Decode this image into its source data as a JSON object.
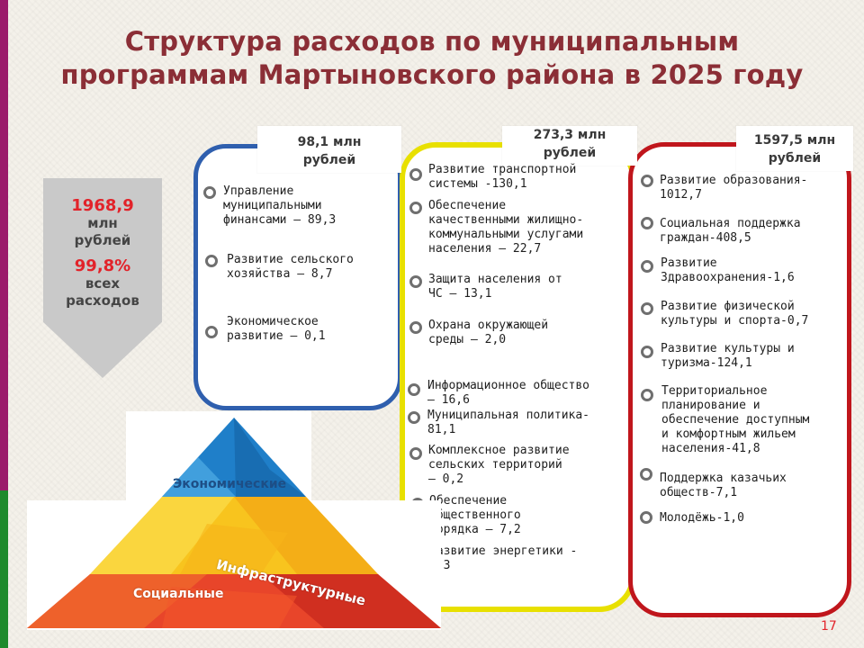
{
  "title": {
    "line1": "Структура расходов по муниципальным",
    "line2": "программам Мартыновского района в 2025 году"
  },
  "total": {
    "amount": "1968,9",
    "unit_line1": "млн",
    "unit_line2": "рублей",
    "percent": "99,8%",
    "percent_line1": "всех",
    "percent_line2": "расходов"
  },
  "columns": {
    "economic": {
      "amount_line1": "98,1 млн",
      "amount_line2": "рублей",
      "items": [
        "Управление\nмуниципальными\nфинансами – 89,3",
        "Развитие сельского\nхозяйства – 8,7",
        "Экономическое\nразвитие – 0,1"
      ]
    },
    "infrastructure": {
      "amount_line1": "273,3 млн",
      "amount_line2": "рублей",
      "items": [
        "Развитие транспортной\nсистемы -130,1",
        "Обеспечение\nкачественными жилищно-\nкоммунальными  услугами\nнаселения – 22,7",
        "Защита населения от\nЧС – 13,1",
        "Охрана окружающей\nсреды – 2,0",
        "Информационное общество\n– 16,6",
        "Муниципальная политика-\n81,1",
        "Комплексное развитие\nсельских территорий\n– 0,2",
        "Обеспечение\nобщественного\nпорядка – 7,2",
        "Развитие энергетики -\n0,3"
      ]
    },
    "social": {
      "amount_line1": "1597,5 млн",
      "amount_line2": "рублей",
      "items": [
        "Развитие образования-\n1012,7",
        "Социальная поддержка\nграждан-408,5",
        "Развитие\nЗдравоохранения-1,6",
        "Развитие физической\nкультуры и  спорта-0,7",
        "Развитие культуры и\nтуризма-124,1",
        "Территориальное\nпланирование и\nобеспечение доступным\nи комфортным жильем\nнаселения-41,8",
        "Поддержка казачьих\nобществ-7,1",
        "Молодёжь-1,0"
      ]
    }
  },
  "pyramid": {
    "top_label": "Экономические",
    "middle_label": "Инфраструктурные",
    "bottom_label": "Социальные"
  },
  "page_number": "17"
}
